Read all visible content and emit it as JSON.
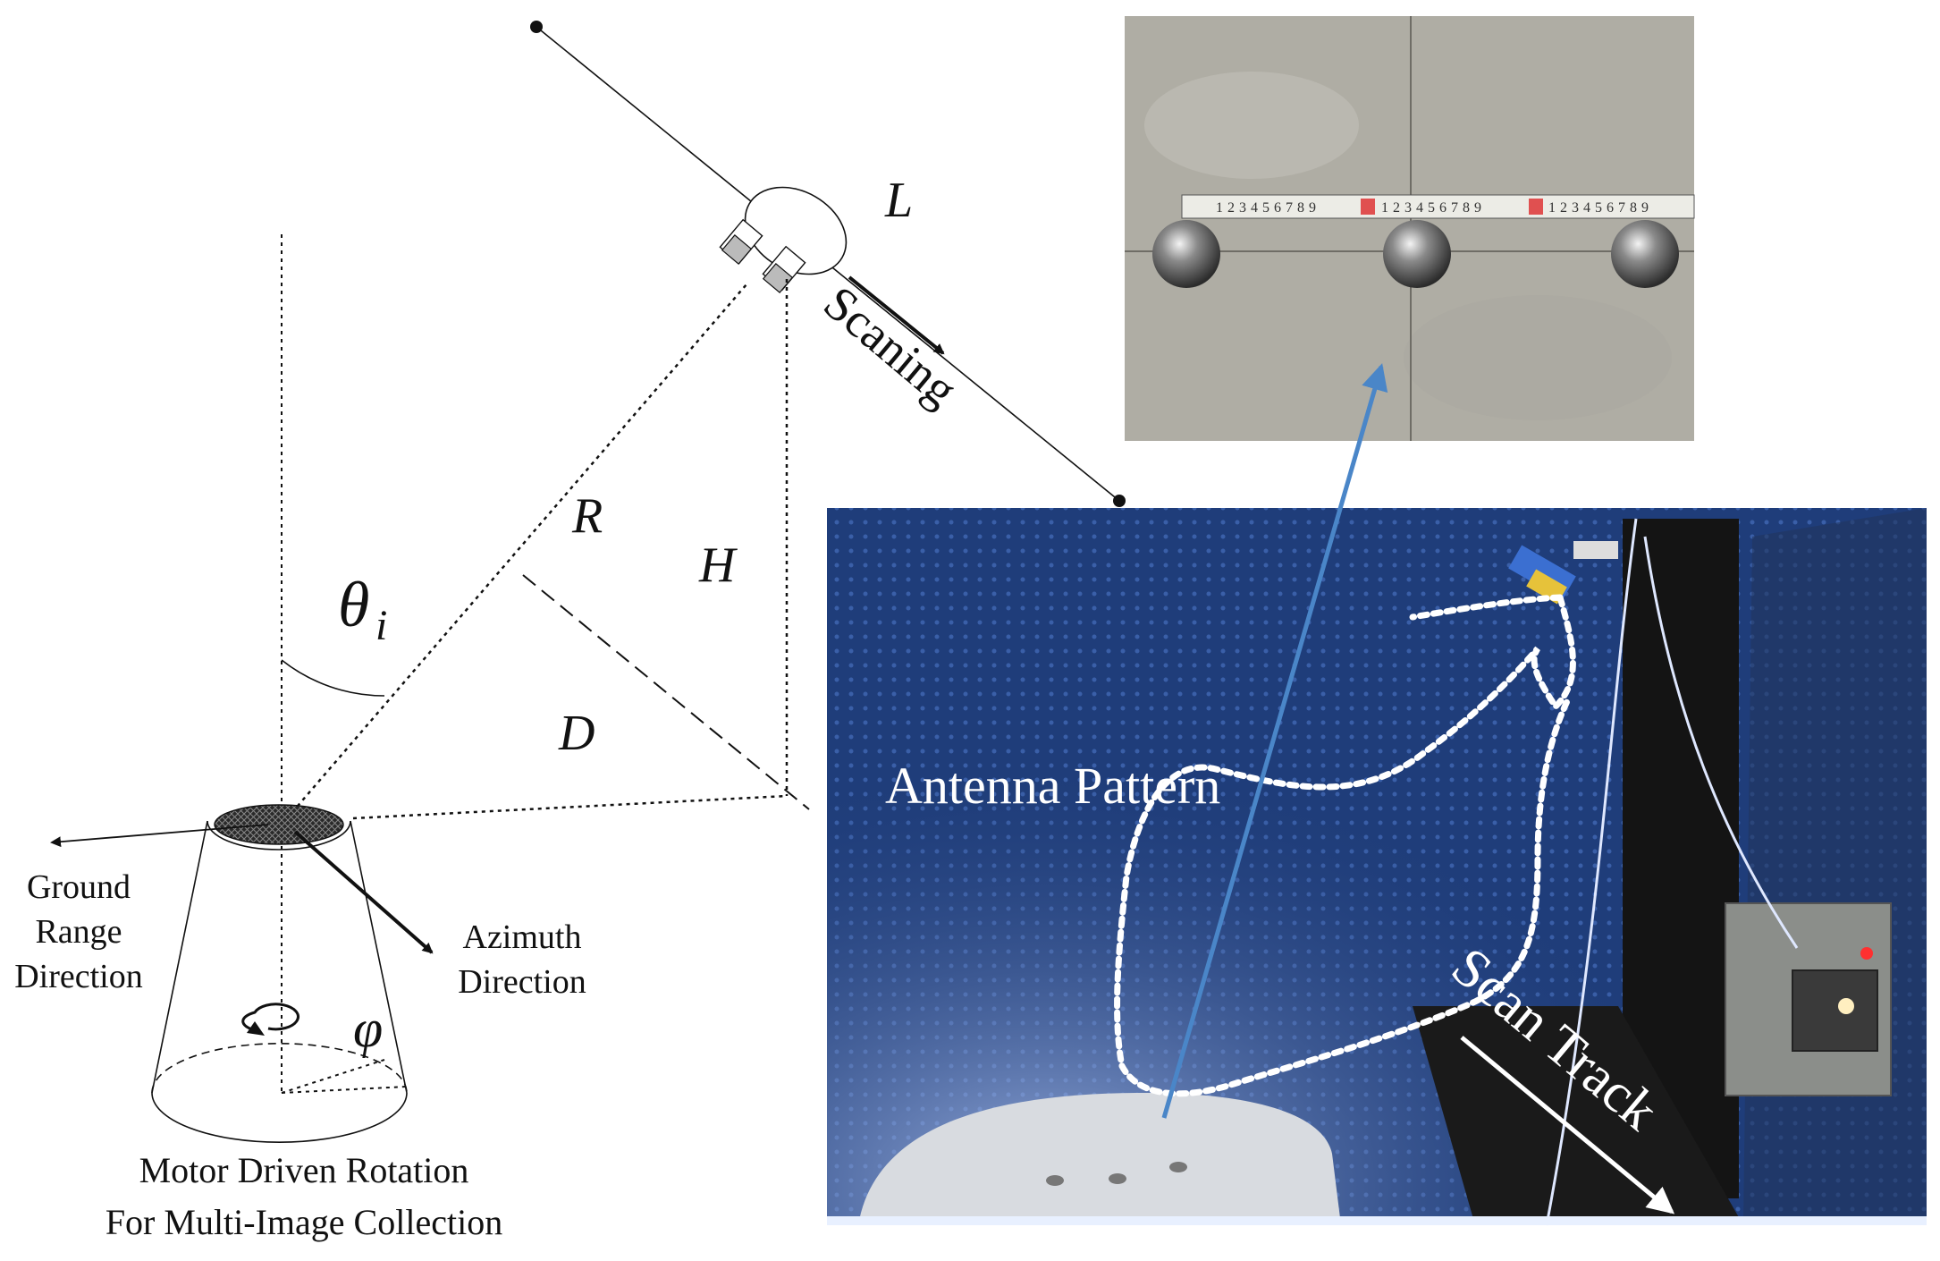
{
  "diagram": {
    "symbols": {
      "L": "L",
      "R": "R",
      "H": "H",
      "D": "D",
      "theta": "θ",
      "theta_sub": "i",
      "phi": "φ"
    },
    "scan_label": "Scaning",
    "ground_range": [
      "Ground",
      "Range",
      "Direction"
    ],
    "azimuth": [
      "Azimuth",
      "Direction"
    ],
    "caption": [
      "Motor Driven Rotation",
      "For Multi-Image Collection"
    ]
  },
  "photos": {
    "antenna_pattern_label": "Antenna Pattern",
    "scan_track_label": "Scan Track",
    "ruler_digits": "123456789",
    "colors": {
      "chamber_blue": "#1f3d7a",
      "arrow_blue": "#4a86c8",
      "wall_gray": "#b5b3aa"
    }
  }
}
